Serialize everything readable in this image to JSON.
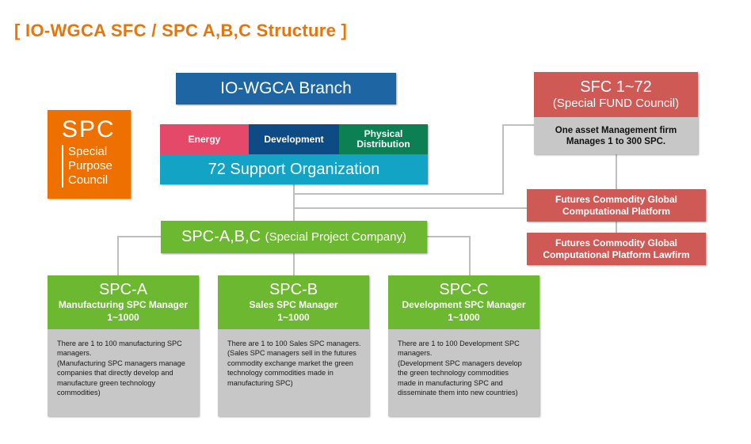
{
  "title": "[ IO-WGCA SFC / SPC A,B,C  Structure ]",
  "spc_badge": {
    "big": "SPC",
    "line1": "Special",
    "line2": "Purpose",
    "line3": "Council",
    "color": "#ee7100"
  },
  "branch": {
    "label": "IO-WGCA Branch",
    "color": "#1d66a3"
  },
  "support": {
    "energy": "Energy",
    "development": "Development",
    "physical1": "Physical",
    "physical2": "Distribution",
    "label": "72 Support Organization",
    "colors": {
      "energy": "#e4496a",
      "development": "#0e4a84",
      "physical": "#0c8052",
      "support": "#13a3c5"
    }
  },
  "sfc": {
    "title": "SFC 1~72",
    "subtitle": "(Special FUND Council)",
    "desc1": "One asset Management firm",
    "desc2": "Manages 1 to 300 SPC."
  },
  "futures1": {
    "line1": "Futures Commodity Global",
    "line2": "Computational Platform"
  },
  "futures2": {
    "line1": "Futures Commodity Global",
    "line2": "Computational Platform Lawfirm"
  },
  "spc_abc": {
    "main": "SPC-A,B,C ",
    "sub": "(Special Project Company)"
  },
  "cards": [
    {
      "title": "SPC-A",
      "role": "Manufacturing SPC Manager",
      "range": "1~1000",
      "desc": [
        "There are 1 to 100 manufacturing SPC",
        "managers.",
        "(Manufacturing SPC managers manage",
        "companies that directly develop and",
        "manufacture green technology",
        "commodities)"
      ]
    },
    {
      "title": "SPC-B",
      "role": "Sales SPC Manager",
      "range": "1~1000",
      "desc": [
        "There are 1 to 100 Sales SPC managers.",
        "(Sales SPC managers sell in the futures",
        "commodity exchange market the green",
        "technology commodities made in",
        "manufacturing SPC)"
      ]
    },
    {
      "title": "SPC-C",
      "role": "Development SPC Manager",
      "range": "1~1000",
      "desc": [
        "There are 1 to 100 Development SPC",
        "managers.",
        "(Development SPC managers develop",
        "the green technology commodities",
        "made in manufacturing SPC and",
        "disseminate them into new countries)"
      ]
    }
  ]
}
